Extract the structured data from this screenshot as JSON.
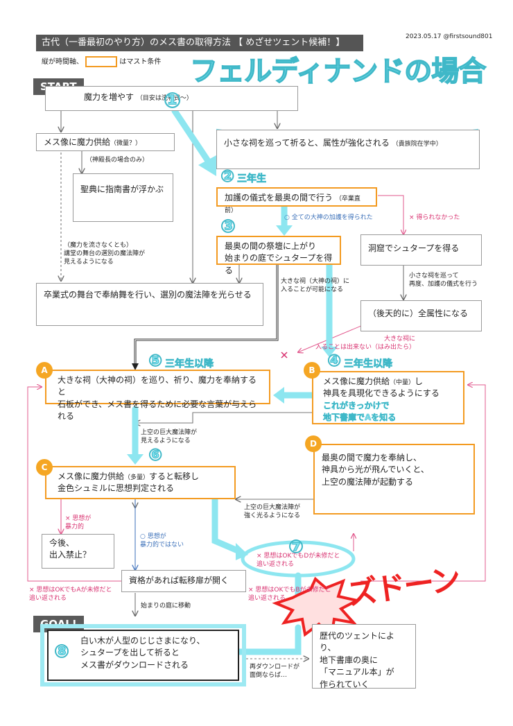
{
  "header": {
    "title": "古代（一番最初のやり方）のメス書の取得方法 【 めざせツェント候補！】",
    "date_author": "2023.05.17 @firstsound801",
    "legend_prefix": "縦が時間軸、",
    "legend_suffix": "はマスト条件",
    "case_title": "フェルディナンドの場合"
  },
  "tags": {
    "start": "START",
    "goal": "GOAL!"
  },
  "markers": {
    "a": "A",
    "b": "B",
    "c": "C",
    "d": "D"
  },
  "numbers": [
    "①",
    "②",
    "③",
    "④",
    "⑤",
    "⑥",
    "⑦",
    "⑧"
  ],
  "grades": {
    "g2": "三年生",
    "g4": "三年生以降",
    "g5": "三年生以降"
  },
  "nodes": {
    "mana": "魔力を増やす",
    "mana_note": "（目安は洗礼式〜）",
    "mes_supply_small": "メス像に魔力供給",
    "mes_supply_small_note": "（微量？）",
    "small_shrine": "小さな祠を巡って祈ると、属性が強化される",
    "small_shrine_note": "（貴族院在学中）",
    "guide_book": "聖典に指南書が浮かぶ",
    "protection_ritual": "加護の儀式を最奥の間で行う",
    "protection_ritual_note": "（卒業直前）",
    "altar_line1": "最奥の間の祭壇に上がり",
    "altar_line2": "始まりの庭でシュタープを得る",
    "cave_stab": "洞窟でシュタープを得る",
    "acquired_all": "（後天的に）全属性になる",
    "graduation": "卒業式の舞台で奉納舞を行い、選別の魔法陣を光らせる",
    "a_line1": "大きな祠（大神の祠）を巡り、祈り、魔力を奉納すると",
    "a_line2": "石板ができ、メス書を得るために必要な言葉が与えられる",
    "b_line1": "メス像に魔力供給",
    "b_line1_note": "（中量）",
    "b_line1_end": "し",
    "b_line2": "神具を具現化できるようにする",
    "b_hl1": "これがきっかけで",
    "b_hl2": "地下書庫でAを知る",
    "d_line1": "最奥の間で魔力を奉納し、",
    "d_line2": "神具から光が飛んでいくと、",
    "d_line3": "上空の魔法陣が起動する",
    "c_line1a": "メス像に魔力供給",
    "c_line1_note": "（多量）",
    "c_line1b": "すると転移し",
    "c_line2": "金色シュミルに思想判定される",
    "banned_line1": "今後、",
    "banned_line2": "出入禁止？",
    "qualification": "資格があれば転移扉が開く",
    "goal_line1": "白い木が人型のじじさまになり、",
    "goal_line2": "シュタープを出して祈ると",
    "goal_line3": "メス書がダウンロードされる",
    "manual_line1": "歴代のツェントにより、",
    "manual_line2": "地下書庫の奥に",
    "manual_line3": "「マニュアル本」が",
    "manual_line4": "作られていく"
  },
  "notes": {
    "high_priest": "（神殿長の場合のみ）",
    "no_flow_1": "（魔力を流さなくとも）",
    "no_flow_2": "講堂の舞台の選別の魔法陣が",
    "no_flow_3": "見えるようになる",
    "all_gods": "○ 全ての大神の加護を得られた",
    "not_obtained": "× 得られなかった",
    "big_shrine_1": "大きな祠（大神の祠）に",
    "big_shrine_2": "入ることが可能になる",
    "re_ritual_1": "小さな祠を巡って",
    "re_ritual_2": "再度、加護の儀式を行う",
    "cannot_enter_1": "大きな祠に",
    "cannot_enter_2": "入ることは出来ない（はみ出たら）",
    "sky_visible_1": "上空の巨大魔法陣が",
    "sky_visible_2": "見えるようになる",
    "sky_stronger_1": "上空の巨大魔法陣が",
    "sky_stronger_2": "強く光るようになる",
    "violent_1": "× 思想が",
    "violent_2": "暴力的",
    "nonviolent_1": "○ 思想が",
    "nonviolent_2": "暴力的ではない",
    "d_missing_1": "× 思想はOKでもDが未修だと",
    "d_missing_2": "追い返される",
    "a_missing_1": "× 思想はOKでもAが未修だと",
    "a_missing_2": "追い返される",
    "b_missing_1": "× 思想はOKでもBが未修だと",
    "b_missing_2": "追い返される",
    "move_garden": "始まりの庭に移動",
    "redownload_1": "再ダウンロードが",
    "redownload_2": "面倒ならば…",
    "impact": "ズドーン"
  },
  "colors": {
    "must_border": "#f39a20",
    "cyan_arrow": "#8de6f0",
    "pink_line": "#e25a8e",
    "marker_orange": "#f5a623",
    "impact_red": "#ee2222"
  }
}
